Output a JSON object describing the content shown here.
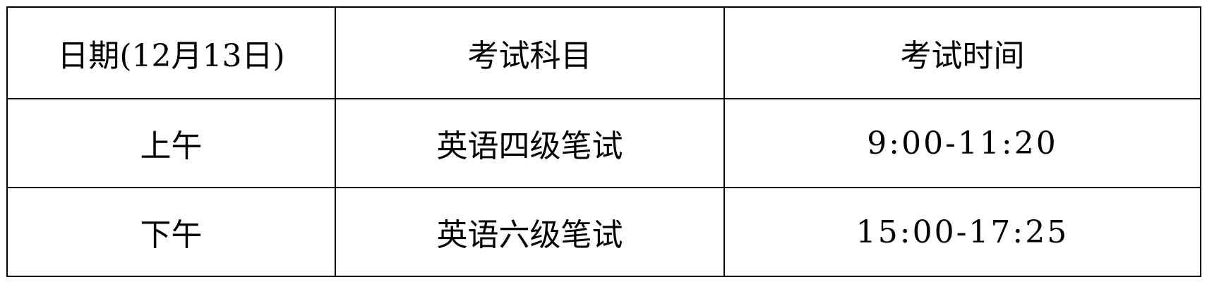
{
  "table": {
    "headers": [
      "日期(12月13日)",
      "考试科目",
      "考试时间"
    ],
    "rows": [
      {
        "period": "上午",
        "subject": "英语四级笔试",
        "time": "9:00-11:20"
      },
      {
        "period": "下午",
        "subject": "英语六级笔试",
        "time": "15:00-17:25"
      }
    ]
  }
}
